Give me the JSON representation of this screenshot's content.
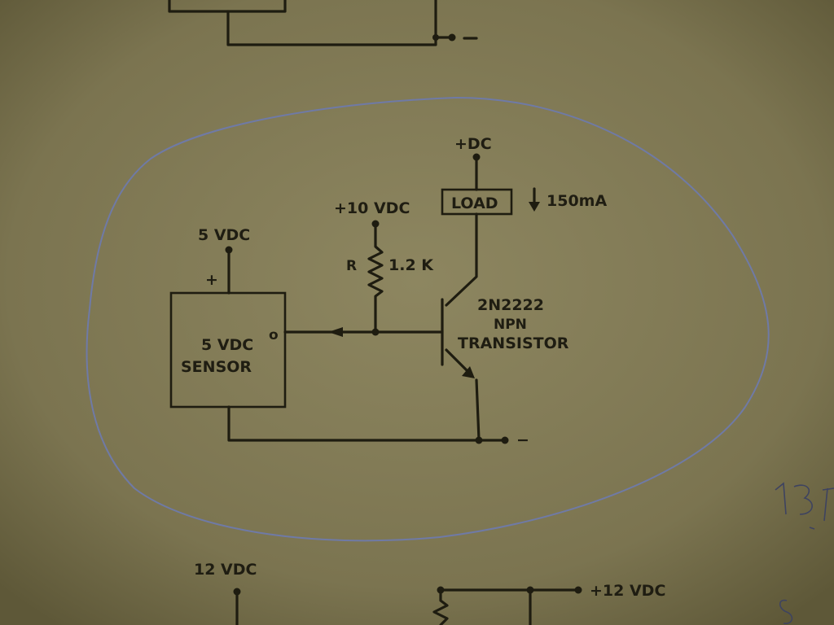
{
  "labels": {
    "dc_supply": "+DC",
    "load": "LOAD",
    "load_current": "150mA",
    "resistor_supply": "+10 VDC",
    "resistor_name": "R",
    "resistor_value": "1.2 K",
    "sensor_supply": "5 VDC",
    "sensor_plus": "+",
    "sensor_line1": "5 VDC",
    "sensor_line2": "SENSOR",
    "sensor_degree": "o",
    "transistor_part": "2N2222",
    "transistor_type": "NPN",
    "transistor_word": "TRANSISTOR",
    "ground_minus": "−",
    "bottom_left_supply": "12 VDC",
    "bottom_right_supply": "+12 VDC"
  },
  "colors": {
    "paper": "#7d7650",
    "ink": "#1e1c10",
    "pen_circle": "#6f7aa6"
  }
}
